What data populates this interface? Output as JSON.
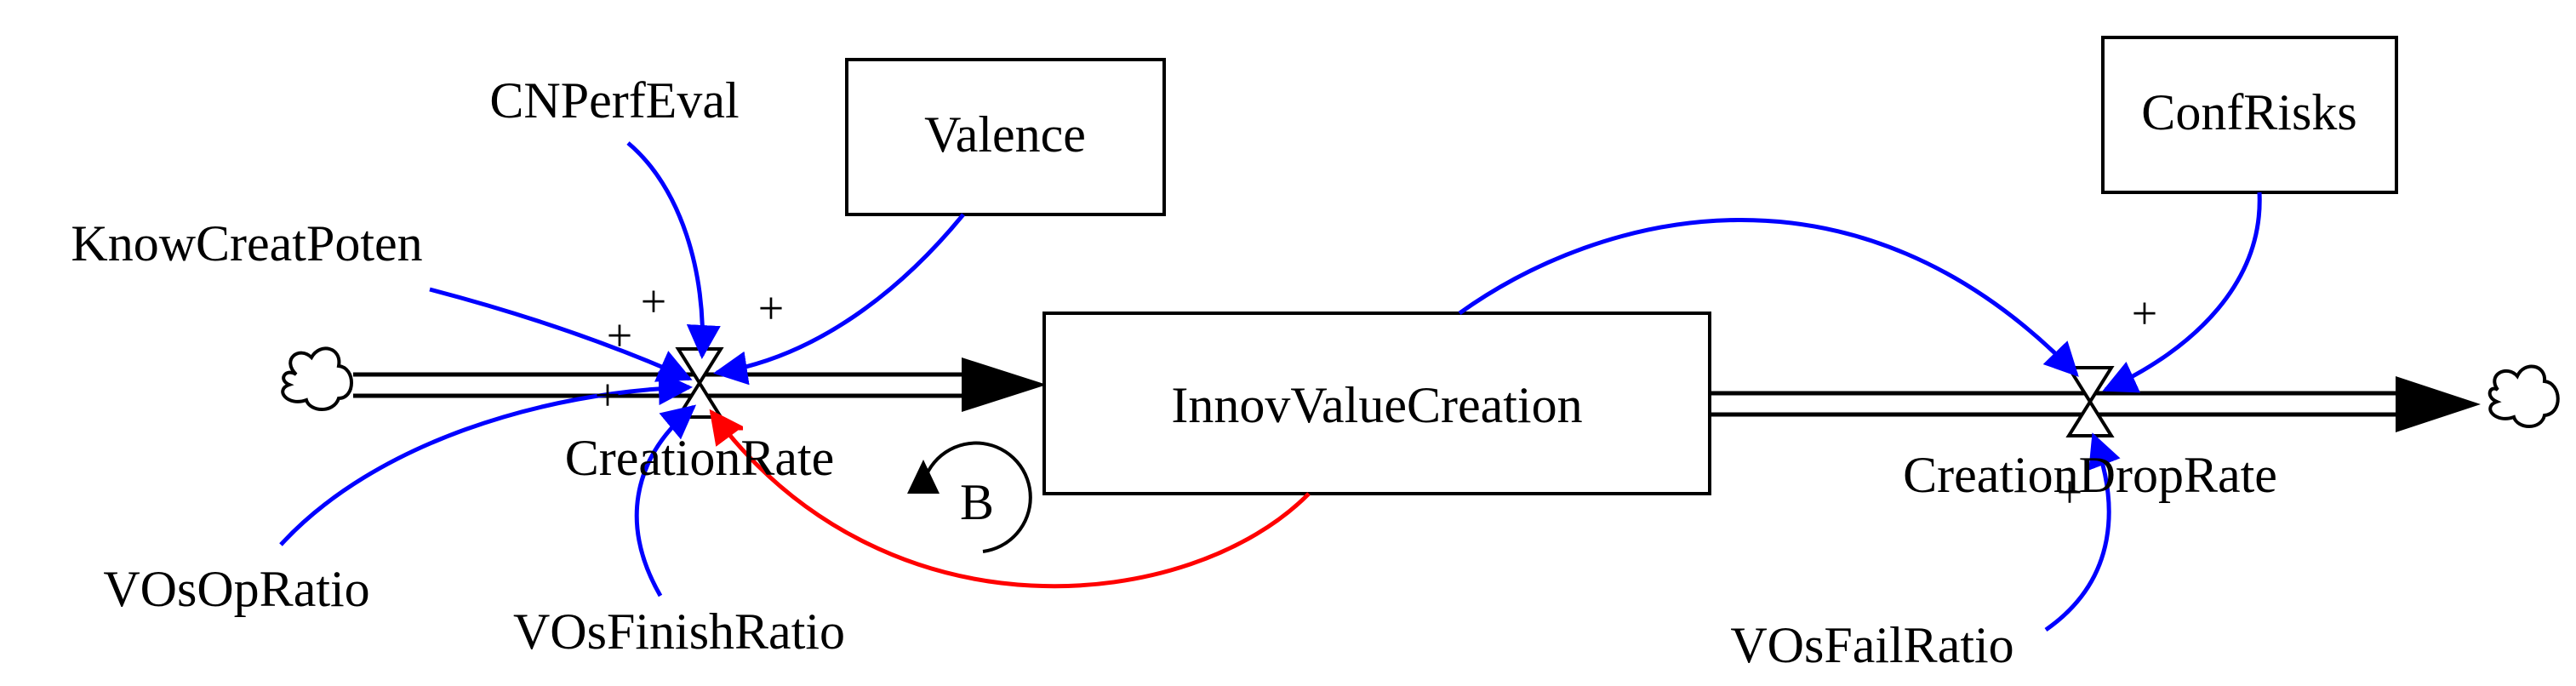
{
  "colors": {
    "positive_link": "#0000ff",
    "negative_link": "#ff0000",
    "stroke": "#000000",
    "background": "#ffffff"
  },
  "stocks": {
    "innov_value_creation": "InnovValueCreation"
  },
  "rates": {
    "creation_rate": "CreationRate",
    "creation_drop_rate": "CreationDropRate"
  },
  "boxed_variables": {
    "valence": "Valence",
    "conf_risks": "ConfRisks"
  },
  "auxiliaries": {
    "cn_perf_eval": "CNPerfEval",
    "know_creat_poten": "KnowCreatPoten",
    "vos_op_ratio": "VOsOpRatio",
    "vos_finish_ratio": "VOsFinishRatio",
    "vos_fail_ratio": "VOsFailRatio"
  },
  "polarities": {
    "cn_perf_eval": "+",
    "valence": "+",
    "know_creat_poten": "+",
    "vos_op_ratio": "+",
    "innov_to_creation_rate": "-",
    "conf_risks": "+",
    "vos_fail_ratio": "+"
  },
  "loop": {
    "label": "B"
  },
  "icons": {
    "source": "cloud-icon",
    "sink": "cloud-icon",
    "valve": "valve-icon"
  }
}
